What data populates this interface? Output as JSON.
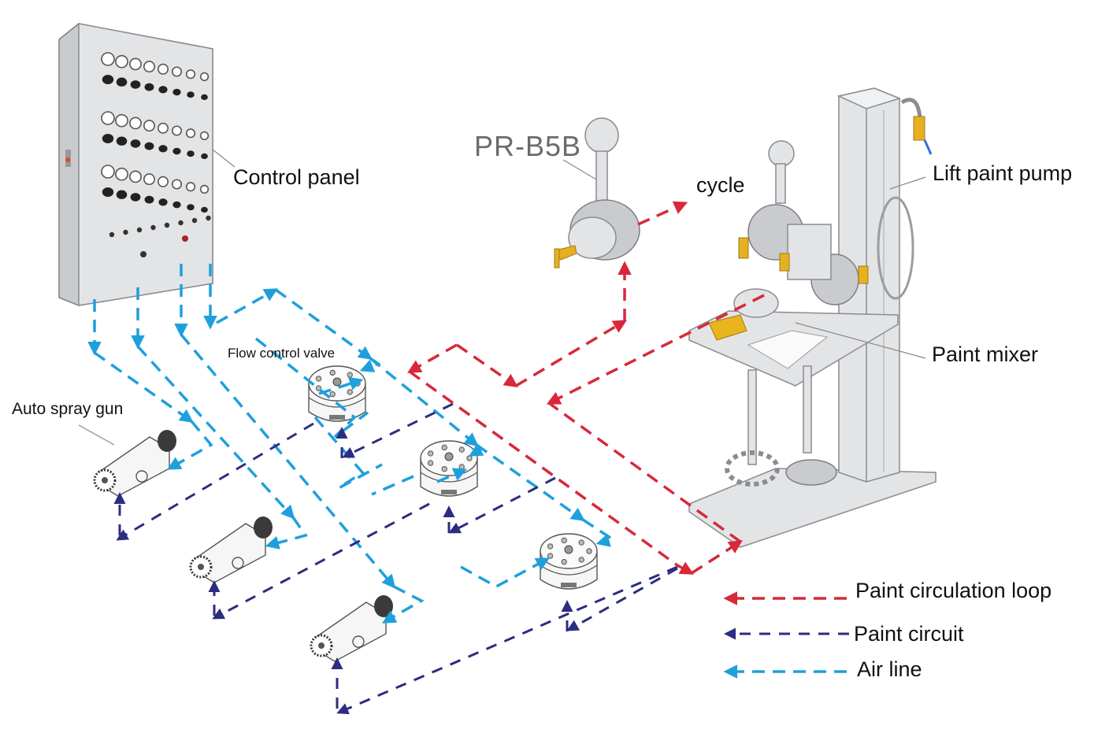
{
  "labels": {
    "control_panel": "Control panel",
    "model": "PR-B5B",
    "cycle": "cycle",
    "lift_paint_pump": "Lift paint pump",
    "paint_mixer": "Paint mixer",
    "flow_control_valve": "Flow control valve",
    "auto_spray_gun": "Auto spray gun"
  },
  "legend": {
    "items": [
      {
        "label": "Paint circulation loop",
        "color": "#d8283a",
        "kind": "loop"
      },
      {
        "label": "Paint circuit",
        "color": "#2b2d80",
        "kind": "paint"
      },
      {
        "label": "Air line",
        "color": "#1ea0dc",
        "kind": "air"
      }
    ]
  },
  "colors": {
    "air_line": "#1ea0dc",
    "paint_circuit": "#2b2d80",
    "paint_circulation_loop": "#d8283a",
    "equipment_metal": "#e3e4e6",
    "fitting_brass": "#e5b022"
  },
  "components": {
    "control_panel": {
      "gauge_rows": 3,
      "gauges_per_row": 8
    },
    "flow_control_valves": 3,
    "auto_spray_guns": 3
  }
}
